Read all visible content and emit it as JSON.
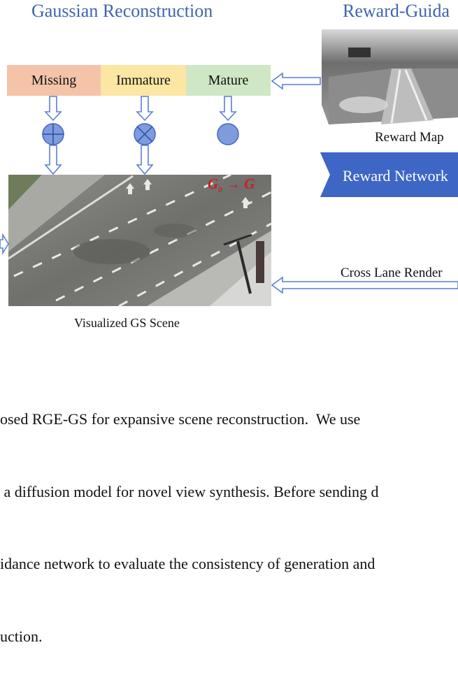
{
  "titles": {
    "left": "Gaussian Reconstruction",
    "right": "Reward-Guida"
  },
  "categories": [
    {
      "label": "Missing",
      "color": "#f4c3a8",
      "operator": "plus-circle-icon"
    },
    {
      "label": "Immature",
      "color": "#fbe6a4",
      "operator": "times-circle-icon"
    },
    {
      "label": "Mature",
      "color": "#cfe7c4",
      "operator": "circle-icon"
    }
  ],
  "reward_map_label": "Reward Map",
  "reward_network_label": "Reward Network",
  "cross_lane_label": "Cross Lane Render",
  "scene_label": "Visualized GS Scene",
  "scene_math": {
    "g0": "G",
    "g0_sub": "0",
    "arrow": "→",
    "g": "G"
  },
  "caption_lines": [
    "osed RGE-GS for expansive scene reconstruction.  We use",
    " a diffusion model for novel view synthesis. Before sending d",
    "idance network to evaluate the consistency of generation and",
    "uction."
  ],
  "colors": {
    "title_blue": "#3f64b0",
    "arrow_fill": "#ffffff",
    "arrow_stroke": "#5b7fd6",
    "operator_fill": "#7f9bde",
    "network_fill": "#3d66c5",
    "math_red": "#cc1f1f"
  }
}
